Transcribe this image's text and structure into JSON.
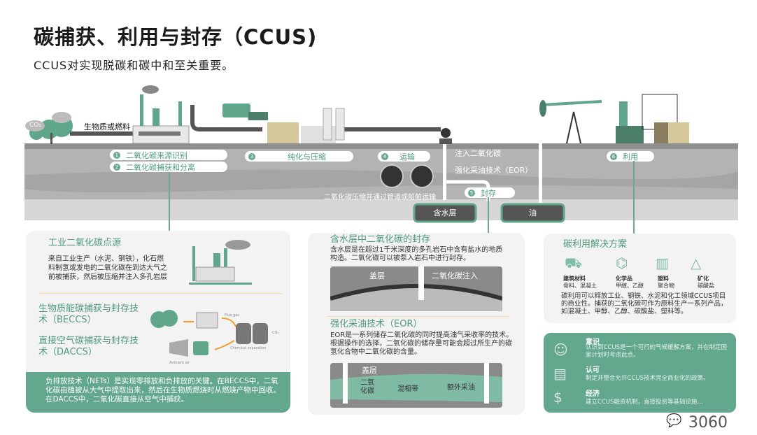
{
  "header": {
    "title": "碳捕获、利用与封存（CCUS)",
    "subtitle": "CCUS对实现脱碳和碳中和至关重要。"
  },
  "diagram": {
    "co2_label": "CO₂",
    "biomass_label": "生物质或燃料",
    "steps": [
      {
        "num": "1",
        "label": "二氧化碳来源识别"
      },
      {
        "num": "2",
        "label": "二氧化碳捕获和分离"
      },
      {
        "num": "3",
        "label": "纯化与压缩"
      },
      {
        "num": "4",
        "label": "运输"
      },
      {
        "num": "5",
        "label": "封存"
      },
      {
        "num": "6",
        "label": "利用"
      }
    ],
    "inject_label": "注入二氧化碳",
    "eor_label": "强化采油技术（EOR）",
    "transport_desc": "二氧化碳压缩并通过管道或船舶运输",
    "aquifer_label": "含水层",
    "oil_label": "油",
    "colors": {
      "green": "#63a78c",
      "ground": "#a9a9a9",
      "pipe": "#555555",
      "arrow": "#f0a030"
    }
  },
  "left_panel": {
    "heading": "工业二氧化碳点源",
    "desc": "来自工业生产（水泥、钢铁），化石燃料制氢或发电的二氧化碳在到达大气之前被捕获，然后被压缩并注入多孔岩层",
    "beccs": "生物质能碳捕获与封存技术（BECCS）",
    "daccs": "直接空气碳捕获与封存技术（DACCS）",
    "flue_gas": "Flue gas",
    "chem_sep": "Chemical separation",
    "ambient_air": "Ambient air",
    "co2_small": "CO₂",
    "note": "负排放技术（NETs）是实现零排放和负排放的关键。在BECCS中，二氧化碳由植被从大气中提取出来，然后在生物质燃烧时从燃烧产物中回收。在DACCS中，二氧化碳直接从空气中捕获。"
  },
  "middle_panel": {
    "aquifer_heading": "含水层中二氧化碳的封存",
    "aquifer_desc": "含水层是在超过1千米深度的多孔岩石中含有盐水的地质构造。二氧化碳可以被泵入岩石中进行封存。",
    "caprock": "盖层",
    "co2_injection": "二氧化碳注入",
    "eor_heading": "强化采油技术（EOR）",
    "eor_desc": "EOR是一系列储存二氧化碳的同时提高油气采收率的技术。根据操作的选择，二氧化碳的储存量可能会超过所生产的碳氢化合物中二氧化碳的含量。",
    "eor_caprock": "盖层",
    "eor_co2": "二氧化碳",
    "mixing_zone": "混相带",
    "extra_oil": "额外采油"
  },
  "right_panel": {
    "heading": "碳利用解决方案",
    "items": [
      {
        "title": "建筑材料",
        "sub": "骨料、混凝土",
        "icon": "wheelbarrow-icon"
      },
      {
        "title": "化学品",
        "sub": "甲醇、乙醇",
        "icon": "molecule-icon"
      },
      {
        "title": "塑料",
        "sub": "聚合物",
        "icon": "plastic-bottle-icon"
      },
      {
        "title": "矿化",
        "sub": "碳酸盐",
        "icon": "mineral-pile-icon"
      }
    ],
    "desc": "碳利用可以释放工业、钢铁、水泥和化工领域CCUS项目的商业性。捕获的二氧化碳可作为原料生产一系列产品，如混凝土、甲醇、乙醇、碳酸盐、塑料等。"
  },
  "policy_panel": {
    "items": [
      {
        "title": "意识",
        "desc": "认识到CCUS是一个可行的气候缓解方案，并在制定国家计划时考虑此点。",
        "icon": "head-lightbulb-icon"
      },
      {
        "title": "认可",
        "desc": "制定并整合允许CCUS技术完全商业化的政策。",
        "icon": "certificate-icon"
      },
      {
        "title": "经济",
        "desc": "建立CCUS融资机制，直接投资等基础设施...",
        "icon": "money-hand-icon"
      }
    ]
  },
  "watermark": "3060"
}
